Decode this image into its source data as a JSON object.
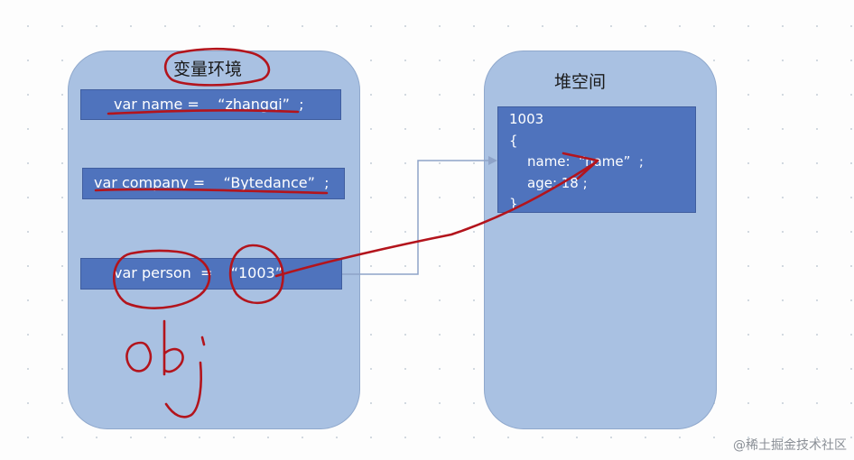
{
  "left_panel": {
    "title": "变量环境",
    "vars": {
      "name": "var name =    “zhangqi”  ;",
      "company": "var company =    “Bytedance”  ;",
      "person": "var person  =    “1003”"
    }
  },
  "right_panel": {
    "title": "堆空间",
    "heap_lines": [
      "1003",
      "{",
      "name:  “name”  ;",
      "age: 18 ;",
      "}"
    ]
  },
  "annotation": {
    "ink_color": "#b3141c",
    "handwritten_text": "obj"
  },
  "watermark": "@稀土掘金技术社区"
}
